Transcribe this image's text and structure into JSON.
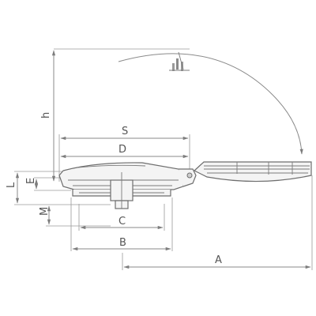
{
  "diagram": {
    "labels": {
      "h": "h",
      "S": "S",
      "D": "D",
      "L": "L",
      "E": "E",
      "M": "M",
      "C": "C",
      "B": "B",
      "A": "A"
    },
    "colors": {
      "line": "#8a8a8a",
      "text": "#555555",
      "body_fill": "#f4f4f4"
    }
  }
}
